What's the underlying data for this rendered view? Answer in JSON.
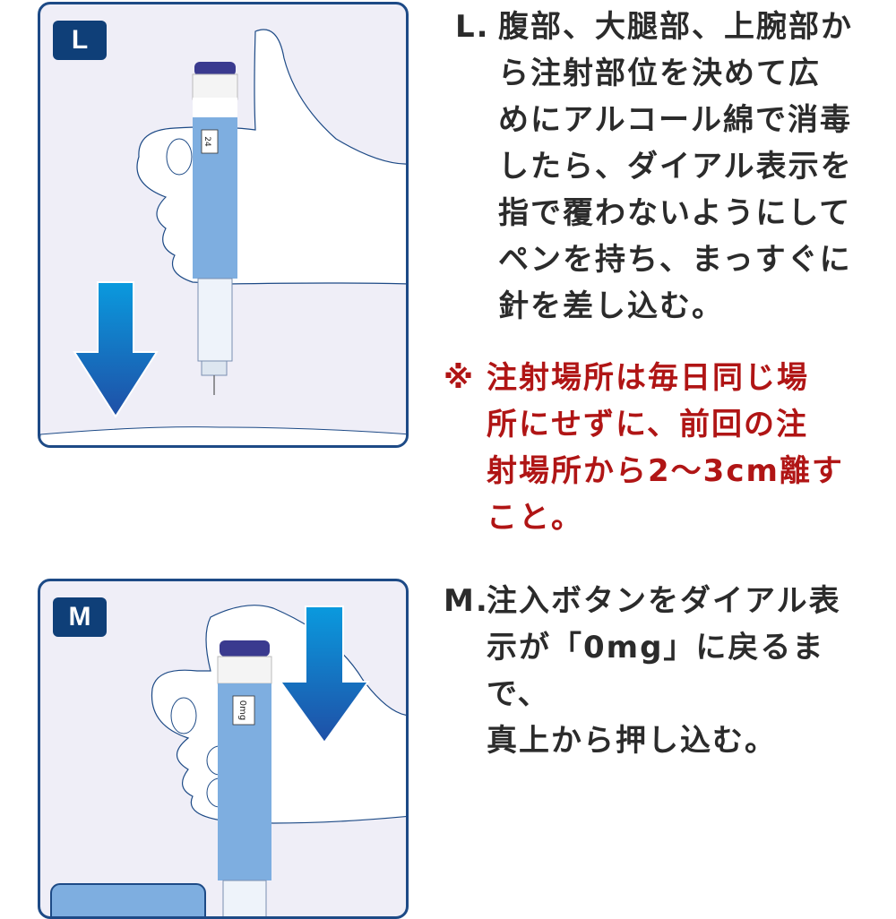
{
  "steps": [
    {
      "id": "L",
      "badge": "L",
      "marker": "L.",
      "text": "腹部、大腿部、上腕部か\nら注射部位を決めて広\nめにアルコール綿で消毒\nしたら、ダイアル表示を\n指で覆わないようにして\nペンを持ち、まっすぐに\n針を差し込む。",
      "dial_display": "24",
      "note": {
        "marker": "※",
        "text": "注射場所は毎日同じ場\n所にせずに、前回の注\n射場所から2〜3cm離す\nこと。",
        "color": "#b01515"
      }
    },
    {
      "id": "M",
      "badge": "M",
      "marker": "M.",
      "text": "注入ボタンをダイアル表\n示が「0mg」に戻るまで、\n真上から押し込む。",
      "dial_display": "0mg"
    }
  ],
  "colors": {
    "panel_border": "#1d4a86",
    "panel_bg": "#efeef7",
    "badge_bg": "#0f3f78",
    "arrow_top": "#0a9ade",
    "arrow_bottom": "#1f4fa6",
    "pen_body": "#7eaee0",
    "pen_cap": "#3a3a8f",
    "text": "#2b2b2b"
  }
}
